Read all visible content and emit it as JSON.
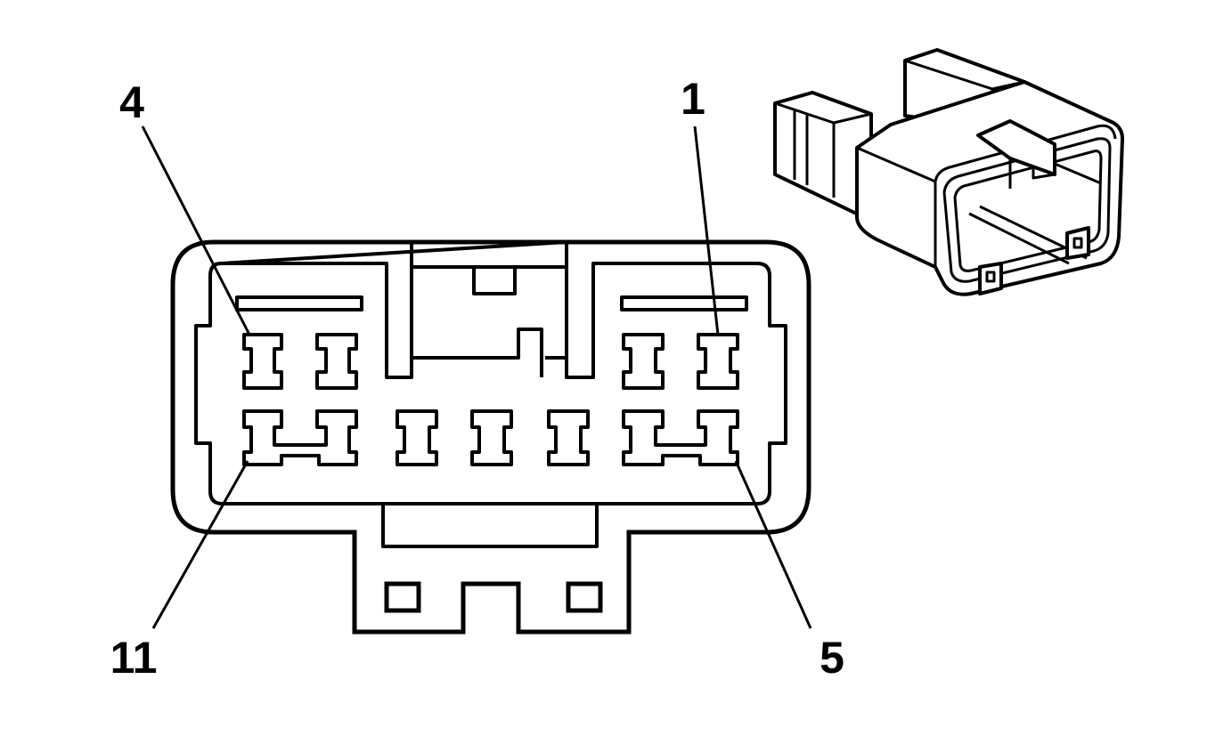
{
  "pin_labels": {
    "pin_4": "4",
    "pin_1": "1",
    "pin_11": "11",
    "pin_5": "5"
  },
  "colors": {
    "line": "#000000",
    "background": "#ffffff"
  },
  "icons": {
    "connector_face": "connector-face-icon",
    "connector_iso": "connector-3d-icon"
  }
}
